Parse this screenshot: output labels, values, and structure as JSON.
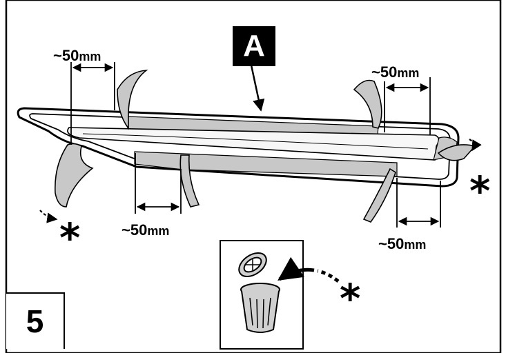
{
  "callout_label": "A",
  "step_number": "5",
  "dimension_value": "~50",
  "dimension_unit": "mm",
  "dimensions": [
    {
      "value": "~50",
      "unit": "mm"
    },
    {
      "value": "~50",
      "unit": "mm"
    },
    {
      "value": "~50",
      "unit": "mm"
    },
    {
      "value": "~50",
      "unit": "mm"
    }
  ],
  "asterisk": "*",
  "colors": {
    "line": "#000000",
    "tape": "#c8c8c8",
    "tape_dark": "#b4b4b4",
    "trim": "#f7f7f7",
    "background": "#ffffff"
  },
  "icons": [
    "trash-bin-icon",
    "arrow-icon",
    "curved-arrow-icon",
    "asterisk-icon"
  ]
}
